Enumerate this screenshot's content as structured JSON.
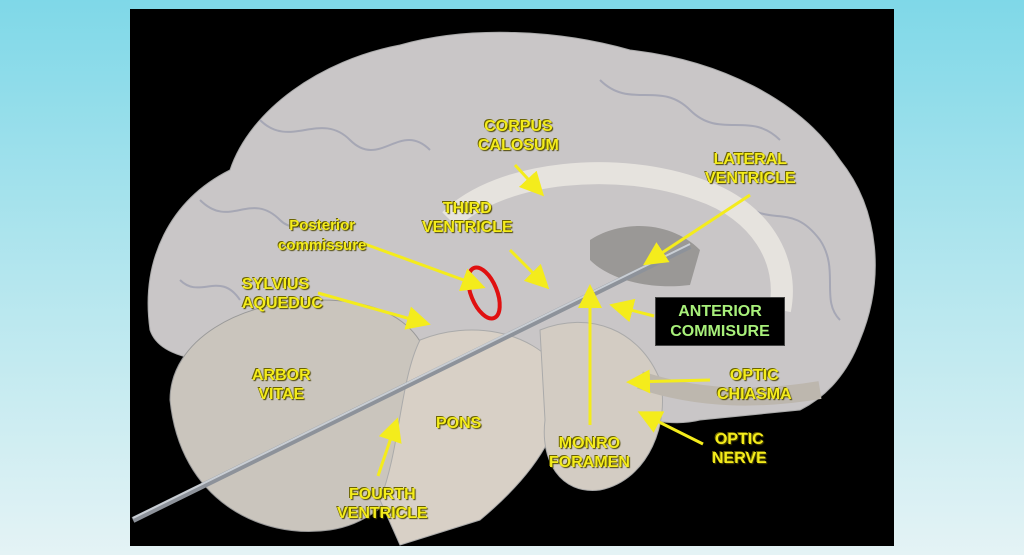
{
  "labels": {
    "corpus_calosum": [
      "CORPUS",
      "CALOSUM"
    ],
    "lateral_ventricle": [
      "LATERAL",
      "VENTRICLE"
    ],
    "third_ventricle": [
      "THIRD",
      "VENTRICLE"
    ],
    "posterior_commissure": [
      "Posterior",
      "commissure"
    ],
    "sylvius_aqueduc": [
      "SYLVIUS",
      "AQUEDUC"
    ],
    "anterior_commisure": [
      "ANTERIOR",
      "COMMISURE"
    ],
    "arbor_vitae": [
      "ARBOR",
      "VITAE"
    ],
    "optic_chiasma": [
      "OPTIC",
      "CHIASMA"
    ],
    "pons": [
      "PONS"
    ],
    "monro_foramen": [
      "MONRO",
      "FORAMEN"
    ],
    "optic_nerve": [
      "OPTIC",
      "NERVE"
    ],
    "fourth_ventricle": [
      "FOURTH",
      "VENTRICLE"
    ]
  },
  "colors": {
    "label": "#f4ec1c",
    "highlight_label": "#a8f07a",
    "highlight_ring": "#e01010",
    "tissue": "#cfcbc4"
  }
}
